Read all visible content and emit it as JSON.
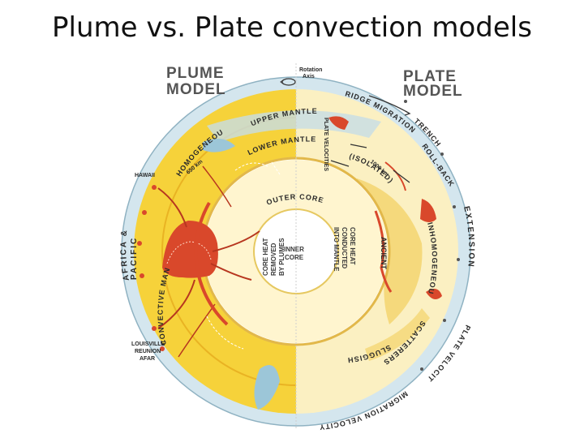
{
  "title": "Plume vs. Plate convection models",
  "diagram": {
    "plume_model": [
      "PLUME",
      "MODEL"
    ],
    "plate_model": [
      "PLATE",
      "MODEL"
    ],
    "rotation_axis": [
      "Rotation",
      "Axis"
    ],
    "upper_mantle": "UPPER MANTLE",
    "lower_mantle": "LOWER MANTLE",
    "outer_core": "OUTER CORE",
    "inner_core": [
      "INNER",
      "CORE"
    ],
    "homogeneous": "HOMOGENEOUS",
    "depth_650": "650 km",
    "depth_1000": "1000 km",
    "isolated": "(ISOLATED)",
    "hawaii": "HAWAII",
    "africa_pacific": [
      "AFRICA &",
      "PACIFIC"
    ],
    "convective_mantle": "CONVECTIVE MANTLE",
    "louisville": [
      "LOUISVILLE",
      "REUNION",
      "AFAR"
    ],
    "core_heat_plumes": [
      "CORE HEAT",
      "REMOVED",
      "BY PLUMES"
    ],
    "core_heat_conducted": [
      "CORE HEAT",
      "CONDUCTED",
      "INTO MANTLE"
    ],
    "ancient": "ANCIENT",
    "inhomogeneous": "INHOMOGENEOUS",
    "extension": "EXTENSION",
    "ridge_migration": "RIDGE MIGRATION",
    "trench_rollback": [
      "TRENCH",
      "ROLL-BACK"
    ],
    "plate_velocity": "PLATE VELOCITY",
    "scatterers": "SCATTERERS",
    "sluggish": "SLUGGISH",
    "migration_velocity": "MIGRATION VELOCITY",
    "plate_velocities": "PLATE VELOCITIES"
  },
  "colors": {
    "plume_yellow": "#f6d23a",
    "plate_pale": "#fbf0c2",
    "plume_red": "#d9482b",
    "crust_blue": "#d4e6ee",
    "water_blue": "#9cc6d8"
  }
}
